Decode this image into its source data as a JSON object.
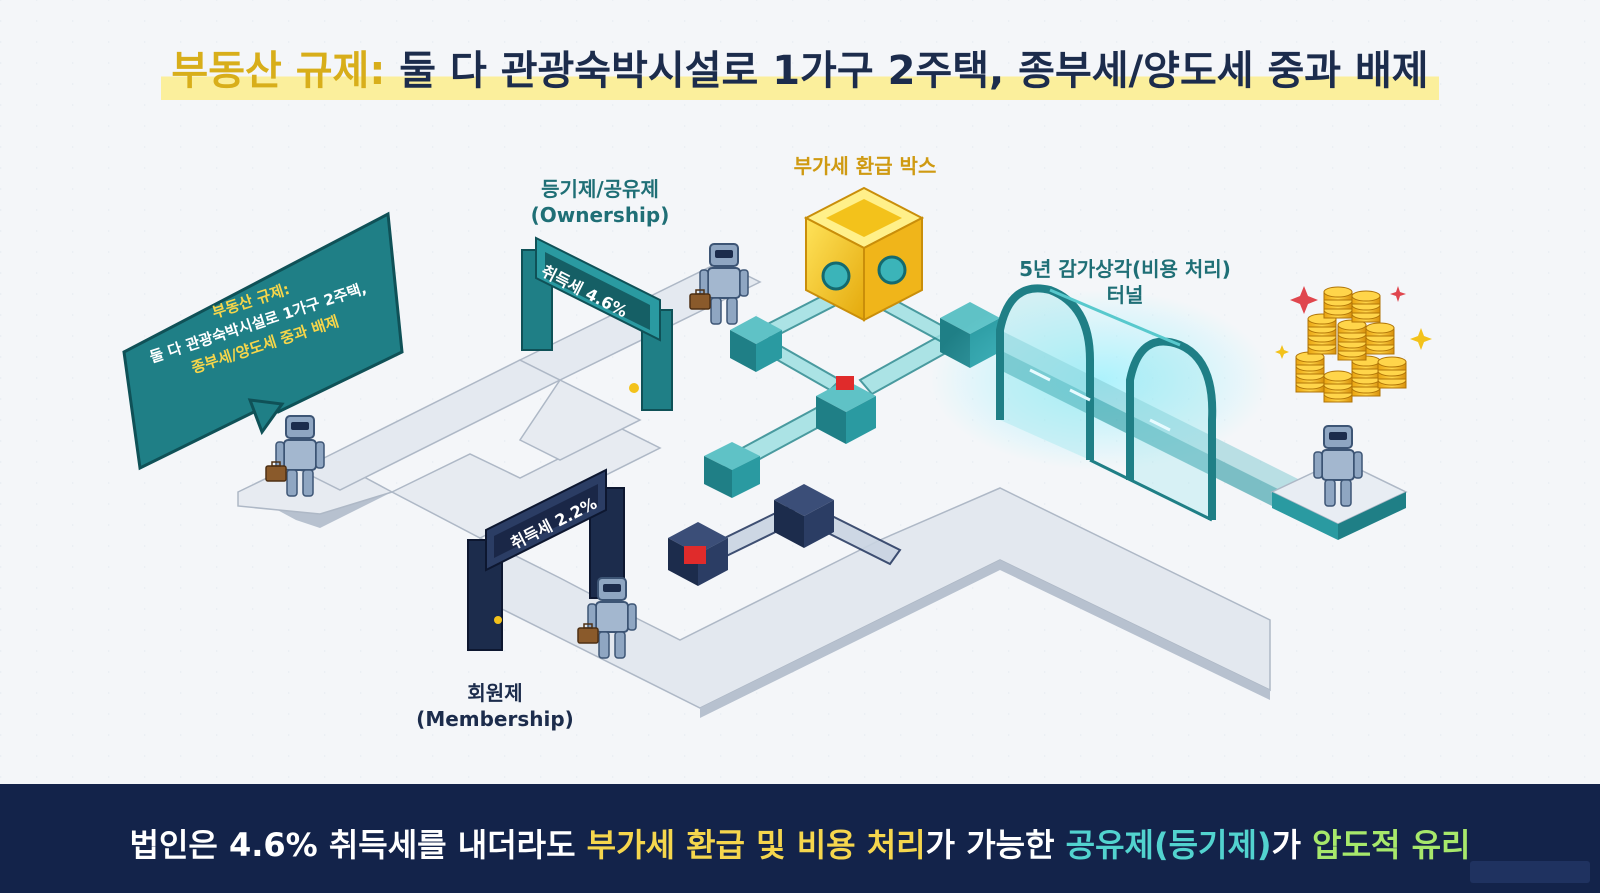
{
  "title": {
    "prefix": "부동산 규제:",
    "main": "둘 다 관광숙박시설로 1가구 2주택, 종부세/양도세 중과 배제"
  },
  "bubble": {
    "line1": "부동산 규제:",
    "line2": "둘 다 관광숙박시설로 1가구 2주택,",
    "line3": "종부세/양도세 중과 배제"
  },
  "labels": {
    "ownership_ko": "등기제/공유제",
    "ownership_en": "(Ownership)",
    "vat_box": "부가세 환급 박스",
    "tunnel_line1": "5년 감가상각(비용 처리)",
    "tunnel_line2": "터널",
    "membership_ko": "회원제",
    "membership_en": "(Membership)"
  },
  "gates": {
    "ownership_sign": "취득세 4.6%",
    "membership_sign": "취득세 2.2%"
  },
  "footer": {
    "part1": "법인은 4.6% 취득세를 내더라도 ",
    "part2": "부가세 환급 및 비용 처리",
    "part3": "가 가능한 ",
    "part4": "공유제(등기제)",
    "part5": "가 ",
    "part6": "압도적 유리"
  },
  "colors": {
    "navy": "#13234a",
    "teal": "#1f7f86",
    "gold": "#f3c21b",
    "red": "#e02b2b",
    "walkway": "#e3e8ef"
  },
  "icons": [
    "robot-icon",
    "briefcase-icon",
    "coin-stack-icon",
    "sparkle-icon",
    "gate-icon",
    "tunnel-icon",
    "cube-icon"
  ]
}
